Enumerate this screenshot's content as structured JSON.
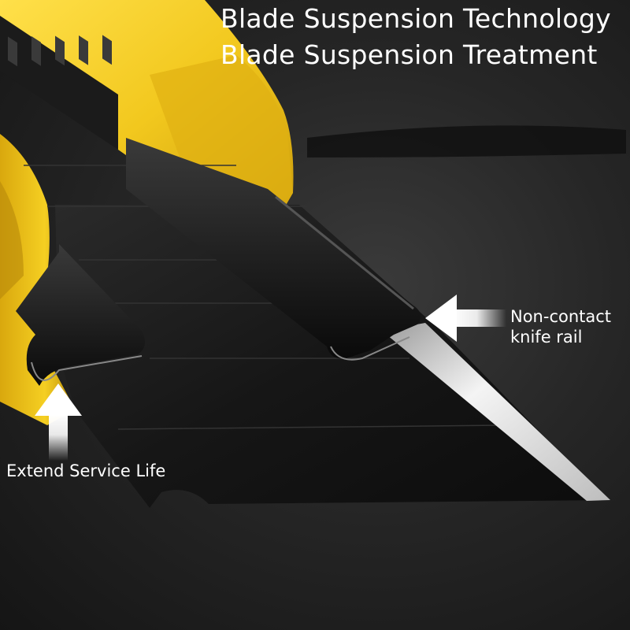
{
  "titles": {
    "line1": "Blade Suspension Technology",
    "line2": "Blade Suspension Treatment"
  },
  "annotations": {
    "rail_line1": "Non-contact",
    "rail_line2": "knife rail",
    "service_life": "Extend Service Life"
  },
  "colors": {
    "handle_yellow": "#f2c81e",
    "blade_black": "#141414",
    "text": "#ffffff"
  },
  "icons": {
    "rail_arrow": "arrow-left-icon",
    "life_arrow": "arrow-up-icon"
  }
}
